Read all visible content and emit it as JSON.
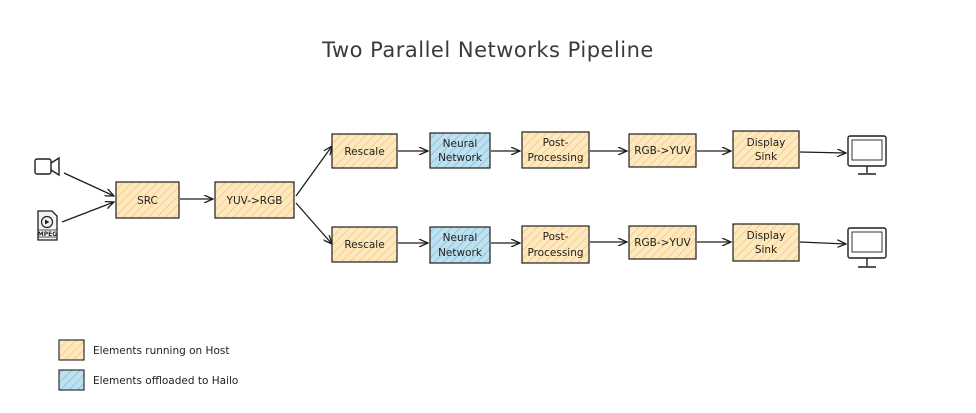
{
  "title": "Two Parallel Networks Pipeline",
  "colors": {
    "host": "#fde8bf",
    "hailo": "#bfe0ee",
    "stroke": "#1e1e1e"
  },
  "inputs": {
    "camera_icon": "camera-icon",
    "file_icon": "mpeg-file-icon",
    "file_label": "MPEG"
  },
  "boxes": {
    "src": "SRC",
    "yuv_rgb": "YUV->RGB",
    "top_rescale": "Rescale",
    "top_nn_1": "Neural",
    "top_nn_2": "Network",
    "top_post_1": "Post-",
    "top_post_2": "Processing",
    "top_rgb_yuv": "RGB->YUV",
    "top_sink_1": "Display",
    "top_sink_2": "Sink",
    "bot_rescale": "Rescale",
    "bot_nn_1": "Neural",
    "bot_nn_2": "Network",
    "bot_post_1": "Post-",
    "bot_post_2": "Processing",
    "bot_rgb_yuv": "RGB->YUV",
    "bot_sink_1": "Display",
    "bot_sink_2": "Sink"
  },
  "outputs": {
    "top_monitor": "monitor-icon",
    "bottom_monitor": "monitor-icon"
  },
  "legend": {
    "host": "Elements running on Host",
    "hailo": "Elements offloaded to Hailo"
  }
}
